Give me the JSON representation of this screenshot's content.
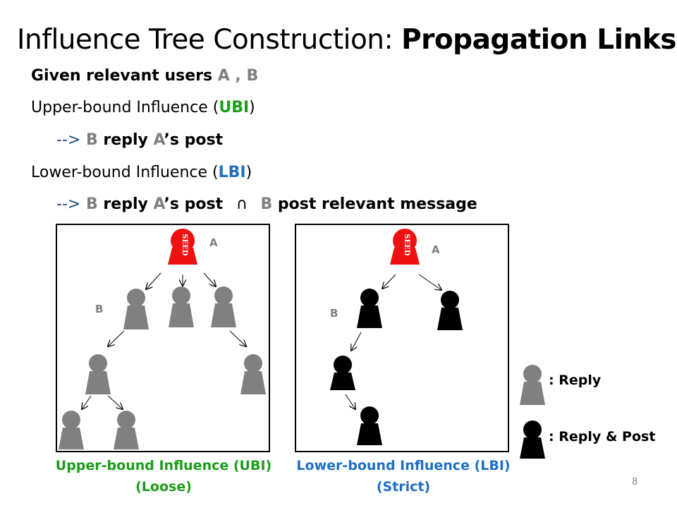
{
  "slide": {
    "title_prefix": "Influence Tree Construction: ",
    "title_bold": "Propagation Links",
    "line1": {
      "prefix": "Given relevant users ",
      "a": "A",
      "sep": " , ",
      "b": "B"
    },
    "line2": {
      "prefix": "Upper-bound Influence (",
      "abbr": "UBI",
      "suffix": ")"
    },
    "line3": {
      "arrow": "-->",
      "b": "B",
      "mid": " reply ",
      "a": "A",
      "suffix": "’s post"
    },
    "line4": {
      "prefix": "Lower-bound Influence (",
      "abbr": "LBI",
      "suffix": ")"
    },
    "line5": {
      "arrow": "-->",
      "b": "B",
      "mid": " reply ",
      "a": "A",
      "suffix": "’s post",
      "op": "∩",
      "b2": "B",
      "tail": " post relevant message"
    },
    "page_number": "8"
  },
  "left_panel": {
    "seed_text": "SEED",
    "label_a": "A",
    "label_b": "B",
    "caption_line1": "Upper-bound Influence (UBI)",
    "caption_line2": "(Loose)"
  },
  "right_panel": {
    "seed_text": "SEED",
    "label_a": "A",
    "label_b": "B",
    "caption_line1": "Lower-bound Influence (LBI)",
    "caption_line2": "(Strict)"
  },
  "legend": {
    "reply_label": ": Reply",
    "reply_post_label": ": Reply & Post"
  },
  "colors": {
    "seed": "#ee1111",
    "reply": "#808080",
    "reply_post": "#000000",
    "ubi": "#1a9c1a",
    "lbi": "#1f6fc2"
  }
}
